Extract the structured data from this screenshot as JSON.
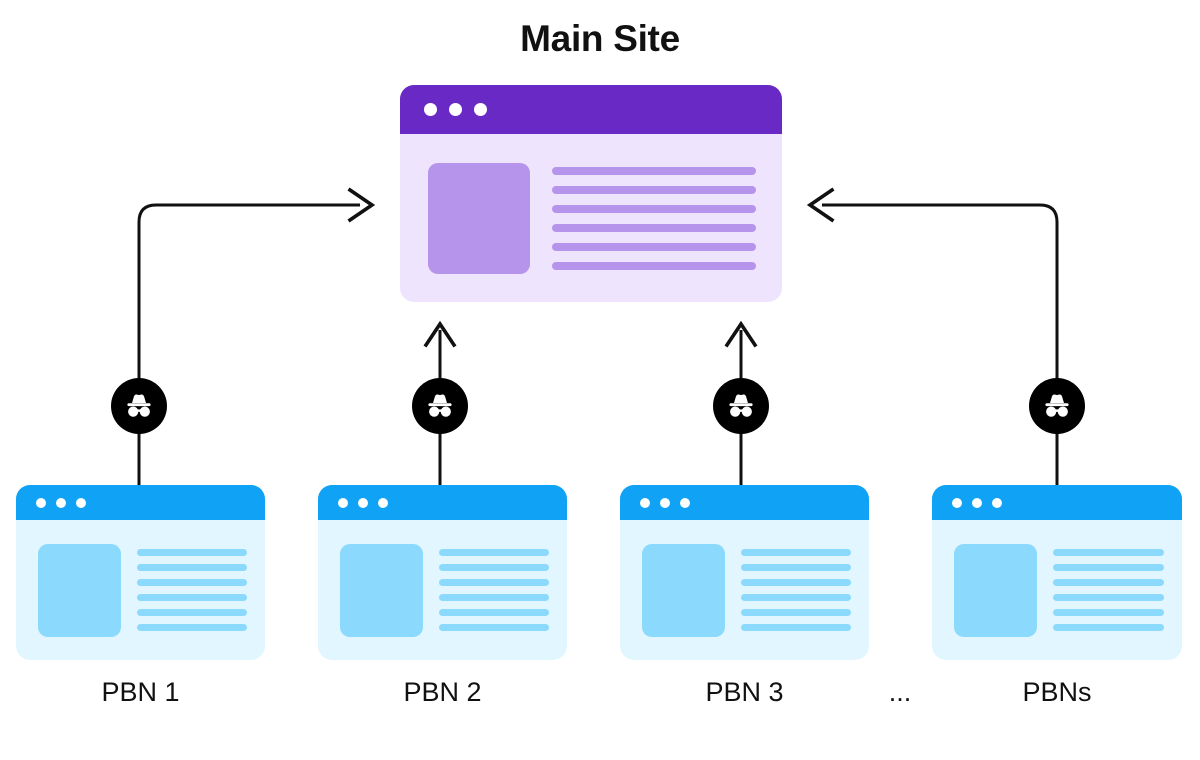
{
  "diagram": {
    "title": "Main Site",
    "background_color": "#ffffff"
  },
  "main_site": {
    "label": "Main Site",
    "header_color": "#6929C4",
    "body_color": "#EEE4FD",
    "content_color": "#B794EB",
    "window_dots": 3,
    "content_lines": 6,
    "has_thumbnail": true
  },
  "pbn_defaults": {
    "header_color": "#10A2F5",
    "body_color": "#E1F6FE",
    "content_color": "#8BD9FC",
    "window_dots": 3,
    "content_lines": 6,
    "has_thumbnail": true
  },
  "pbn_sites": [
    {
      "label": "PBN 1",
      "connector": "elbow-right",
      "badge": "incognito-icon"
    },
    {
      "label": "PBN 2",
      "connector": "straight-up",
      "badge": "incognito-icon"
    },
    {
      "label": "PBN 3",
      "connector": "straight-up",
      "badge": "incognito-icon"
    },
    {
      "label": "PBNs",
      "connector": "elbow-left",
      "badge": "incognito-icon"
    }
  ],
  "ellipsis": {
    "label": "..."
  },
  "connectors": {
    "stroke_color": "#111111",
    "stroke_width": 3,
    "direction": "pbn-to-main-site",
    "count": 4
  },
  "badge": {
    "icon_name": "incognito-icon",
    "background_color": "#000000",
    "glyph_color": "#ffffff",
    "count": 4
  }
}
